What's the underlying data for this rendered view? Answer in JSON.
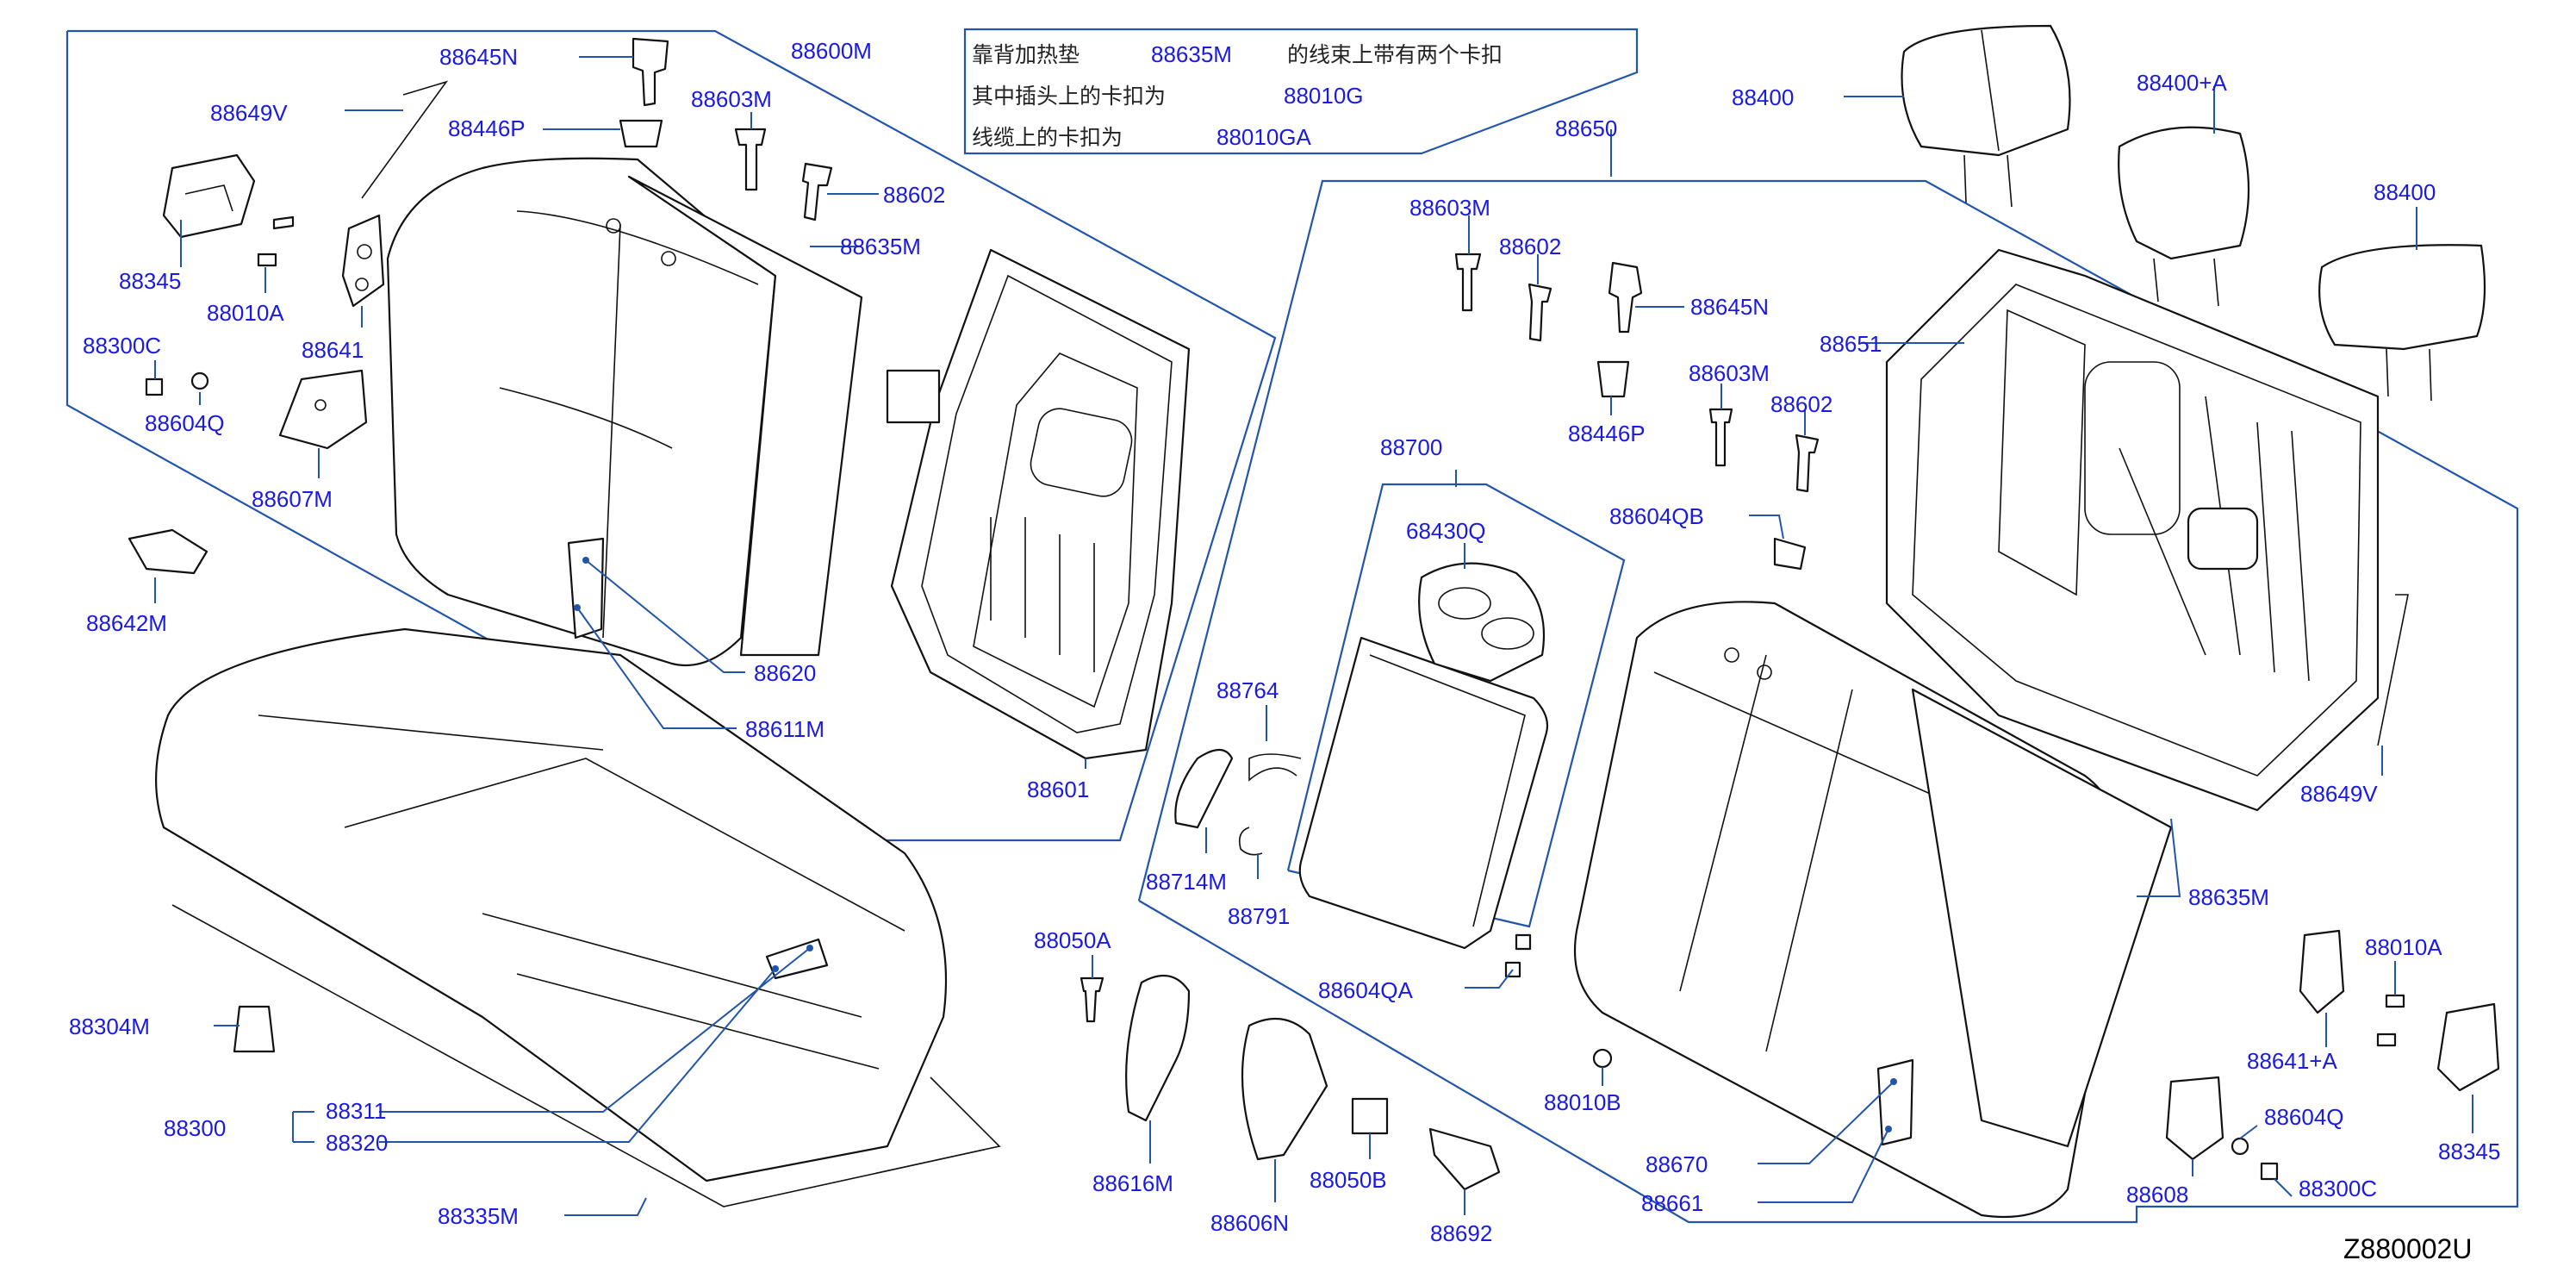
{
  "note": {
    "line1_text_a": "靠背加热垫",
    "line1_code": "88635M",
    "line1_text_b": "的线束上带有两个卡扣",
    "line2_text": "其中插头上的卡扣为",
    "line2_code": "88010G",
    "line3_text": "线缆上的卡扣为",
    "line3_code": "88010GA"
  },
  "labels": {
    "p88645N_left": "88645N",
    "p88600M": "88600M",
    "p88649V_left": "88649V",
    "p88446P_left": "88446P",
    "p88603M_left": "88603M",
    "p88602_left": "88602",
    "p88635M_left": "88635M",
    "p88345_left": "88345",
    "p88010A_left": "88010A",
    "p88641": "88641",
    "p88300C_left": "88300C",
    "p88604Q_left": "88604Q",
    "p88607M": "88607M",
    "p88642M": "88642M",
    "p88620": "88620",
    "p88611M": "88611M",
    "p88601": "88601",
    "p88304M": "88304M",
    "p88300": "88300",
    "p88311": "88311",
    "p88320": "88320",
    "p88335M": "88335M",
    "p88400_top": "88400",
    "p88400A": "88400+A",
    "p88400_right": "88400",
    "p88650": "88650",
    "p88603M_mid": "88603M",
    "p88602_mid": "88602",
    "p88645N_right": "88645N",
    "p88651": "88651",
    "p88603M_right": "88603M",
    "p88602_right": "88602",
    "p88446P_right": "88446P",
    "p88700": "88700",
    "p68430Q": "68430Q",
    "p88604QB": "88604QB",
    "p88764": "88764",
    "p88714M": "88714M",
    "p88791": "88791",
    "p88050A": "88050A",
    "p88604QA": "88604QA",
    "p88010B": "88010B",
    "p88616M": "88616M",
    "p88606N": "88606N",
    "p88050B": "88050B",
    "p88692": "88692",
    "p88670": "88670",
    "p88661": "88661",
    "p88649V_right": "88649V",
    "p88635M_right": "88635M",
    "p88010A_right": "88010A",
    "p88641A": "88641+A",
    "p88604Q_right": "88604Q",
    "p88345_right": "88345",
    "p88608": "88608",
    "p88300C_right": "88300C"
  },
  "reference_code": "Z880002U"
}
